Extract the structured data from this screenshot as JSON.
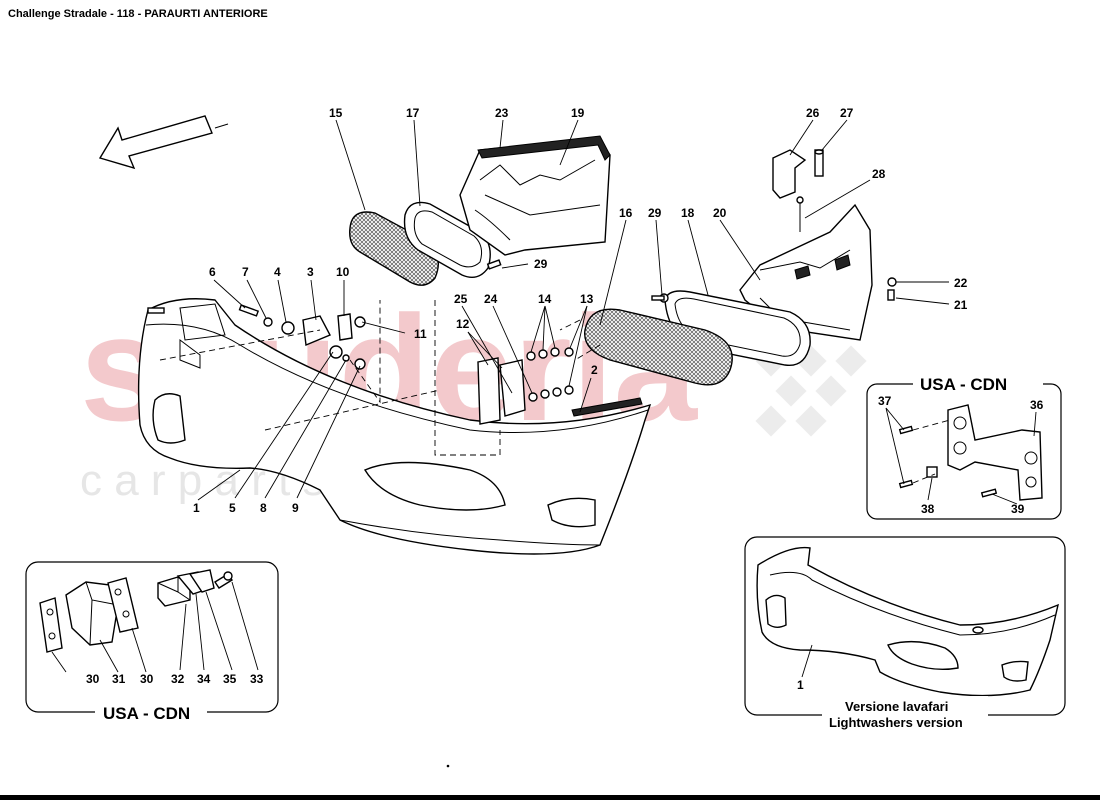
{
  "title": "Challenge Stradale - 118 - PARAURTI ANTERIORE",
  "watermark": {
    "main": "scuderia",
    "sub": "c a r p a r t s"
  },
  "colors": {
    "watermark_main": "#f3c9cc",
    "watermark_sub": "#e6e6e6",
    "line": "#000000"
  },
  "main_labels": {
    "l1": "1",
    "l2": "2",
    "l3": "3",
    "l4": "4",
    "l5": "5",
    "l6": "6",
    "l7": "7",
    "l8": "8",
    "l9": "9",
    "l10": "10",
    "l11": "11",
    "l12": "12",
    "l13": "13",
    "l14": "14",
    "l15": "15",
    "l16": "16",
    "l17": "17",
    "l18": "18",
    "l19": "19",
    "l20": "20",
    "l21": "21",
    "l22": "22",
    "l23": "23",
    "l24": "24",
    "l25": "25",
    "l26": "26",
    "l27": "27",
    "l28": "28",
    "l29a": "29",
    "l29b": "29"
  },
  "inset_usa_right": {
    "title": "USA - CDN",
    "labels": {
      "l36": "36",
      "l37": "37",
      "l38": "38",
      "l39": "39"
    }
  },
  "inset_usa_left": {
    "title": "USA - CDN",
    "labels": {
      "l30a": "30",
      "l31": "31",
      "l30b": "30",
      "l32": "32",
      "l34": "34",
      "l35": "35",
      "l33": "33"
    }
  },
  "inset_lightwashers": {
    "caption_it": "Versione lavafari",
    "caption_en": "Lightwashers version",
    "labels": {
      "l1": "1"
    }
  }
}
